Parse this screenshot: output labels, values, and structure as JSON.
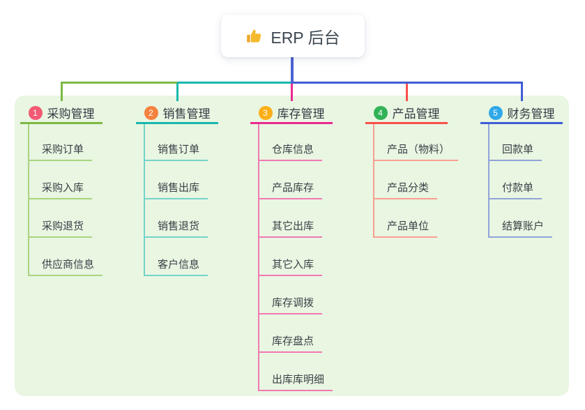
{
  "root": {
    "label": "ERP 后台",
    "icon": "thumbs-up-icon"
  },
  "colors": {
    "canvas": "#ffffff",
    "panel": "#e9f6e2",
    "text_dark": "#3c434b",
    "root_connector": "#4b62d3",
    "thumb_icon": "#f5b92c"
  },
  "branches": [
    {
      "number": "1",
      "label": "采购管理",
      "badge_color": "#f25a73",
      "line_color": "#7cb944",
      "child_line_color": "#a9d37d",
      "children": [
        {
          "label": "采购订单"
        },
        {
          "label": "采购入库"
        },
        {
          "label": "采购退货"
        },
        {
          "label": "供应商信息"
        }
      ]
    },
    {
      "number": "2",
      "label": "销售管理",
      "badge_color": "#f5823f",
      "line_color": "#17b8ae",
      "child_line_color": "#74d3c8",
      "children": [
        {
          "label": "销售订单"
        },
        {
          "label": "销售出库"
        },
        {
          "label": "销售退货"
        },
        {
          "label": "客户信息"
        }
      ]
    },
    {
      "number": "3",
      "label": "库存管理",
      "badge_color": "#fbaf18",
      "line_color": "#e82a90",
      "child_line_color": "#f278b3",
      "children": [
        {
          "label": "仓库信息"
        },
        {
          "label": "产品库存"
        },
        {
          "label": "其它出库"
        },
        {
          "label": "其它入库"
        },
        {
          "label": "库存调拨"
        },
        {
          "label": "库存盘点"
        },
        {
          "label": "出库库明细"
        }
      ]
    },
    {
      "number": "4",
      "label": "产品管理",
      "badge_color": "#31b257",
      "line_color": "#f8504b",
      "child_line_color": "#f99e91",
      "children": [
        {
          "label": "产品（物料）"
        },
        {
          "label": "产品分类"
        },
        {
          "label": "产品单位"
        }
      ]
    },
    {
      "number": "5",
      "label": "财务管理",
      "badge_color": "#30a8e8",
      "line_color": "#3f5cd6",
      "child_line_color": "#92a3d9",
      "children": [
        {
          "label": "回款单"
        },
        {
          "label": "付款单"
        },
        {
          "label": "结算账户"
        }
      ]
    }
  ]
}
